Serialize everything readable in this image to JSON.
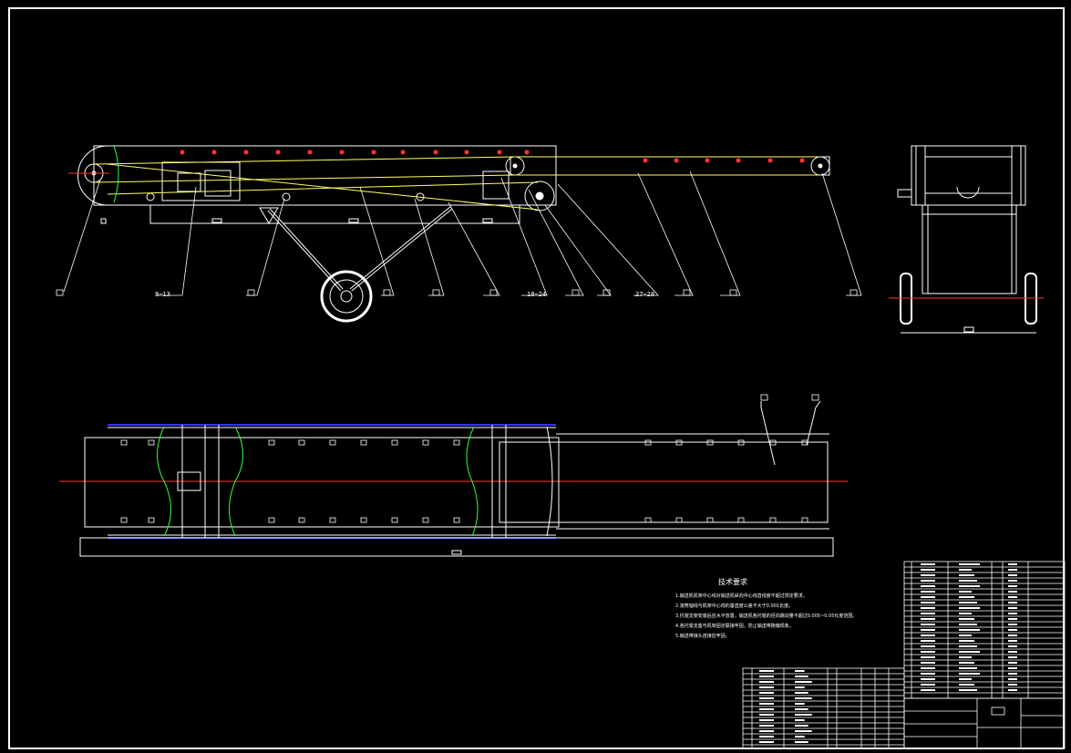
{
  "drawing": {
    "background": "#000000",
    "line_color": "#ffffff",
    "accent_yellow": "#ffff66",
    "accent_red": "#ff3333",
    "accent_green": "#33ff33",
    "accent_blue": "#3333ff"
  },
  "balloons": {
    "b1": "",
    "b2": "8~13",
    "b3": "",
    "b4": "",
    "b5": "",
    "b6": "",
    "b7": "18~24",
    "b8": "",
    "b9": "",
    "b10": "27~28",
    "b11": "",
    "b12": "",
    "b13": "",
    "b14": "",
    "b15": ""
  },
  "tech_notes": {
    "title": "技术要求",
    "lines": [
      "1.输送机机架中心线对输送机纵向中心线直线度不超过规定要求。",
      "2.滚筒轴线与机架中心线的垂直度公差不大于0.001长度。",
      "3.托辊支架安装后应水平放置，输送机各托辊的径向跳动量不超过0.005~0.05长度范围。",
      "4.各托辊支座与机架固定联接牢固，防止输送带跑偏现象。",
      "5.输送带接头连接应牢固。"
    ]
  }
}
